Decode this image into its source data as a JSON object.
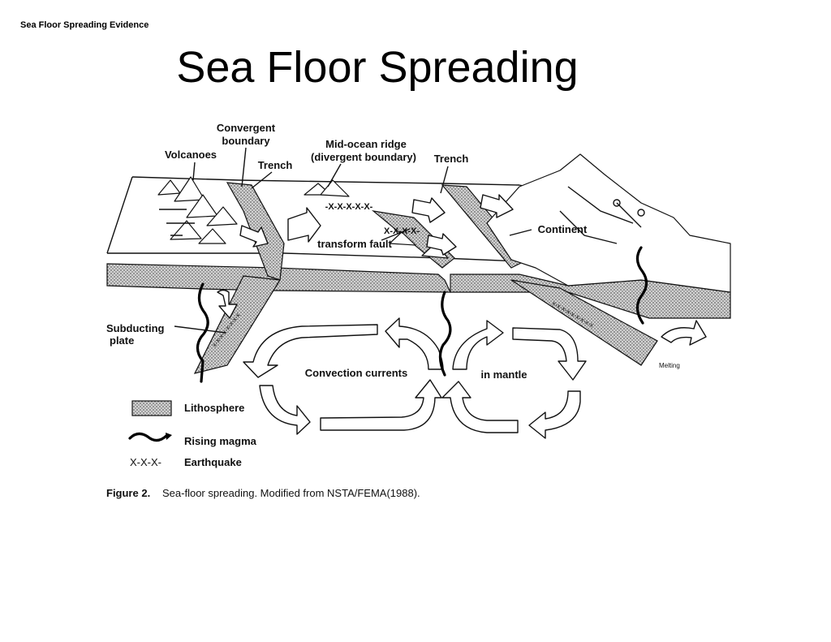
{
  "header": {
    "text": "Sea Floor Spreading Evidence"
  },
  "title": "Sea Floor Spreading",
  "labels": {
    "convergent_boundary_1": "Convergent",
    "convergent_boundary_2": "boundary",
    "volcanoes": "Volcanoes",
    "trench_left": "Trench",
    "mid_ocean_ridge_1": "Mid-ocean ridge",
    "mid_ocean_ridge_2": "(divergent boundary)",
    "trench_right": "Trench",
    "continent": "Continent",
    "transform_fault": "transform fault",
    "subducting_plate_1": "Subducting",
    "subducting_plate_2": "plate",
    "convection_currents": "Convection currents",
    "in_mantle": "in mantle",
    "melting": "Melting",
    "quake_ridge_1": "-X-X-X-X-X-",
    "quake_ridge_2": "X-X-X-X-"
  },
  "legend": {
    "lithosphere": "Lithosphere",
    "rising_magma": "Rising magma",
    "earthquake_symbol": "X-X-X-",
    "earthquake": "Earthquake"
  },
  "caption": {
    "figure_label": "Figure 2.",
    "text": "Sea-floor spreading. Modified from NSTA/FEMA(1988)."
  }
}
